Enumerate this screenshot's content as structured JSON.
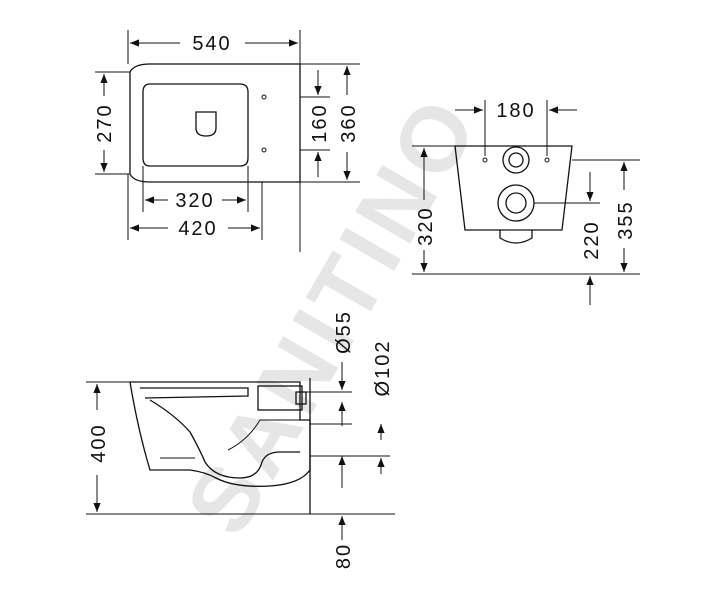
{
  "watermark": {
    "text": "SANITINO"
  },
  "top_view": {
    "width_total": "540",
    "inner_width": "320",
    "outer_width": "420",
    "depth_left": "270",
    "depth_right": "360",
    "fix_spacing": "160"
  },
  "rear_view": {
    "hole_spacing": "180",
    "height_left": "320",
    "height_inner": "220",
    "height_outer": "355"
  },
  "side_view": {
    "diameter_small": "Ø55",
    "diameter_large": "Ø102",
    "height": "400",
    "offset": "80"
  }
}
